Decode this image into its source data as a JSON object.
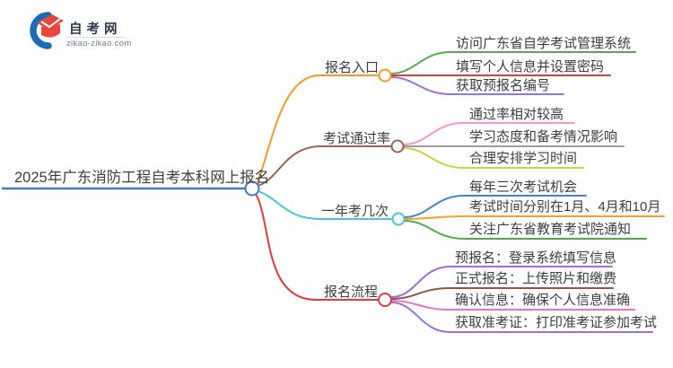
{
  "logo": {
    "title": "自考网",
    "domain": "zikao-zikao.com",
    "brand_blue": "#1a6cb7",
    "brand_red": "#e8463e"
  },
  "mindmap": {
    "text_color": "#3e3e3e",
    "root": {
      "label": "2025年广东消防工程自考本科网上报名",
      "color": "#3b7fc4"
    },
    "branches": [
      {
        "label": "报名入口",
        "color": "#f59b25",
        "children": [
          {
            "label": "访问广东省自学考试管理系统",
            "color": "#53ae4f"
          },
          {
            "label": "填写个人信息并设置密码",
            "color": "#e23b3b"
          },
          {
            "label": "获取预报名编号",
            "color": "#9b72d4"
          }
        ]
      },
      {
        "label": "考试通过率",
        "color": "#9c6358",
        "children": [
          {
            "label": "通过率相对较高",
            "color": "#f795d2"
          },
          {
            "label": "学习态度和备考情况影响",
            "color": "#9d9d9d"
          },
          {
            "label": "合理安排学习时间",
            "color": "#ccd33c"
          }
        ]
      },
      {
        "label": "一年考几次",
        "color": "#43c9d9",
        "children": [
          {
            "label": "每年三次考试机会",
            "color": "#3f86cf"
          },
          {
            "label": "考试时间分别在1月、4月和10月",
            "color": "#f7a02a"
          },
          {
            "label": "关注广东省教育考试院通知",
            "color": "#4fae43"
          }
        ]
      },
      {
        "label": "报名流程",
        "color": "#e23b3b",
        "children": [
          {
            "label": "预报名：登录系统填写信息",
            "color": "#9b72d4"
          },
          {
            "label": "正式报名：上传照片和缴费",
            "color": "#91564a"
          },
          {
            "label": "确认信息：确保个人信息准确",
            "color": "#ef6fc0"
          },
          {
            "label": "获取准考证：打印准考证参加考试",
            "color": "#9b72d4"
          }
        ]
      }
    ]
  }
}
